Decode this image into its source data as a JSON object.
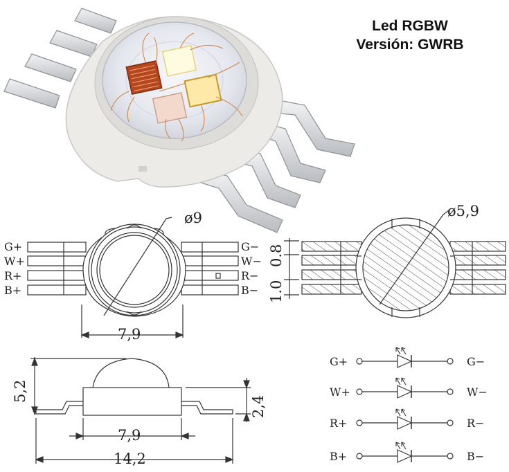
{
  "title": {
    "line1": "Led RGBW",
    "line2": "Versión: GWRB"
  },
  "front_view": {
    "diameter": "ø9",
    "width": "7,9",
    "pins_left": [
      "G+",
      "W+",
      "R+",
      "B+"
    ],
    "pins_right": [
      "G−",
      "W−",
      "R−",
      "B−"
    ]
  },
  "back_view": {
    "diameter": "ø5,9",
    "pitch_top": "0.8",
    "pitch_bottom": "1.0"
  },
  "side_view": {
    "height_total": "5,2",
    "height_body": "2,4",
    "width_body": "7,9",
    "width_total": "14,2"
  },
  "schematic": {
    "rows": [
      {
        "plus": "G+",
        "minus": "G−"
      },
      {
        "plus": "W+",
        "minus": "W−"
      },
      {
        "plus": "R+",
        "minus": "R−"
      },
      {
        "plus": "B+",
        "minus": "B−"
      }
    ]
  },
  "colors": {
    "chip_red": "#b8461c",
    "chip_white": "#fffbe0",
    "chip_yellow": "#ffe9a8",
    "chip_pink": "#f3d8cc",
    "body": "#ecebe8",
    "lead": "#d7d9db"
  }
}
